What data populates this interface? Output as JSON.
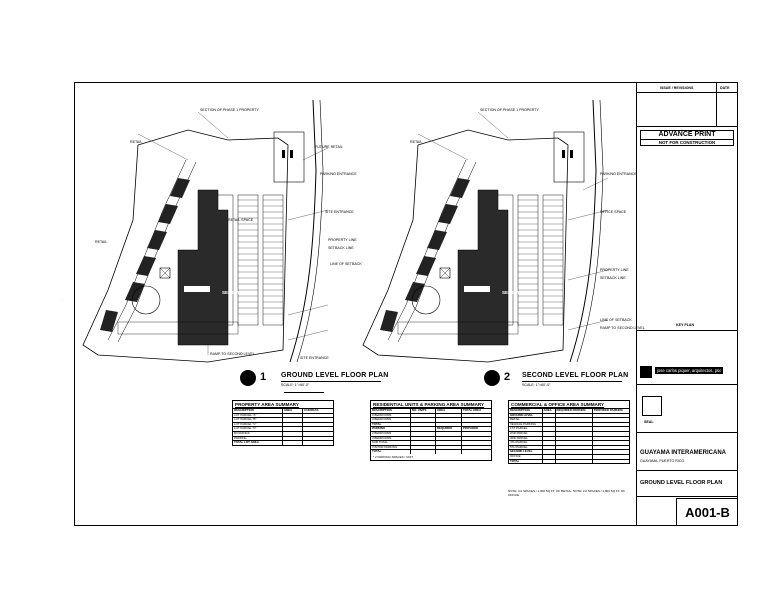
{
  "plans": [
    {
      "number": "1",
      "title": "GROUND LEVEL FLOOR PLAN",
      "scale": "SCALE: 1\"=60'-0\"",
      "building_label": "SEE DWG.",
      "callouts": [
        "SECTION OF PHASE 1 PROPERTY",
        "RETAIL",
        "FUTURE RETAIL",
        "PARKING ENTRANCE",
        "SITE ENTRANCE",
        "RETAIL SPACE",
        "PROPERTY LINE",
        "SETBACK LINE",
        "LINE OF SETBACK",
        "RETAIL",
        "RAMP TO SECOND LEVEL",
        "SITE ENTRANCE"
      ]
    },
    {
      "number": "2",
      "title": "SECOND LEVEL FLOOR PLAN",
      "scale": "SCALE: 1\"=60'-0\"",
      "building_label": "SEE DWG.",
      "callouts": [
        "SECTION OF PHASE 1 PROPERTY",
        "RETAIL",
        "PARKING ENTRANCE",
        "OFFICE SPACE",
        "PROPERTY LINE",
        "SETBACK LINE",
        "LINE OF SETBACK",
        "RAMP TO SECOND LEVEL"
      ]
    }
  ],
  "tables": [
    {
      "title": "PROPERTY AREA SUMMARY",
      "rows": [
        [
          "DESCRIPTION",
          "AREA",
          "CUERDAS"
        ],
        [
          "LOT PARCEL \"A\"",
          "",
          ""
        ],
        [
          "LOT PARCEL \"B\"",
          "",
          ""
        ],
        [
          "LOT PARCEL \"C\"",
          "",
          ""
        ],
        [
          "LOT PARCEL \"D\"",
          "",
          ""
        ],
        [
          "BUILDINGS",
          "",
          ""
        ],
        [
          "PARKING",
          "",
          ""
        ],
        [
          "TOTAL LOT AREA",
          "",
          ""
        ]
      ]
    },
    {
      "title": "RESIDENTIAL UNITS & PARKING AREA SUMMARY",
      "rows": [
        [
          "DESCRIPTION",
          "NO. UNITS",
          "AREA",
          "TOTAL AREA"
        ],
        [
          "2 BEDROOMS",
          "",
          "",
          ""
        ],
        [
          "3 BEDROOMS",
          "",
          "",
          ""
        ],
        [
          "TOTAL",
          "",
          "",
          ""
        ],
        [
          "PARKING",
          "",
          "REQUIRED",
          "PROVIDED"
        ],
        [
          "2 BEDROOMS",
          "",
          "",
          ""
        ],
        [
          "3 BEDROOMS",
          "",
          "",
          ""
        ],
        [
          "SUB TOTAL",
          "",
          "",
          ""
        ],
        [
          "VISITOR PARKING",
          "",
          "",
          ""
        ],
        [
          "TOTAL",
          "",
          "",
          ""
        ]
      ],
      "note": "* 2 PARKING SPACES / UNIT"
    },
    {
      "title": "COMMERCIAL & OFFICE AREA SUMMARY",
      "rows": [
        [
          "DESCRIPTION",
          "AREA",
          "REQUIRED PARKING",
          "PROVIDED PARKING"
        ],
        [
          "GROUND LEVEL",
          "",
          "",
          ""
        ],
        [
          "RETAIL",
          "",
          "",
          ""
        ],
        [
          "VEHICLE PARKING",
          "",
          "",
          ""
        ],
        [
          "1ST PARCEL",
          "",
          "",
          ""
        ],
        [
          "2ND PARCEL",
          "",
          "",
          ""
        ],
        [
          "3RD PARCEL",
          "",
          "",
          ""
        ],
        [
          "4TH PARCEL",
          "",
          "",
          ""
        ],
        [
          "5TH PARCEL",
          "",
          "",
          ""
        ],
        [
          "SECOND LEVEL",
          "",
          "",
          ""
        ],
        [
          "OFFICE",
          "",
          "",
          ""
        ],
        [
          "TOTAL",
          "",
          "",
          ""
        ]
      ],
      "notes": "NOTE: 4.0 SPACES / 1,000 SQ.FT. OF RETAIL. NOTE: 3.0 SPACES / 1,000 SQ.FT. OF OFFICE."
    }
  ],
  "title_block": {
    "revisions_header": "ISSUE / REVISIONS",
    "date_header": "DATE",
    "stamp_line1": "ADVANCE PRINT",
    "stamp_line2": "NOT FOR CONSTRUCTION",
    "key_plan": "KEY PLAN",
    "firm_name": "jose carlos piquer, arquitectos, psc",
    "seal": "SEAL",
    "project_name": "GUAYAMA INTERAMERICANA",
    "project_location": "GUAYAMA, PUERTO RICO",
    "drawing_title": "GROUND LEVEL FLOOR PLAN",
    "sheet_number": "A001-B"
  }
}
